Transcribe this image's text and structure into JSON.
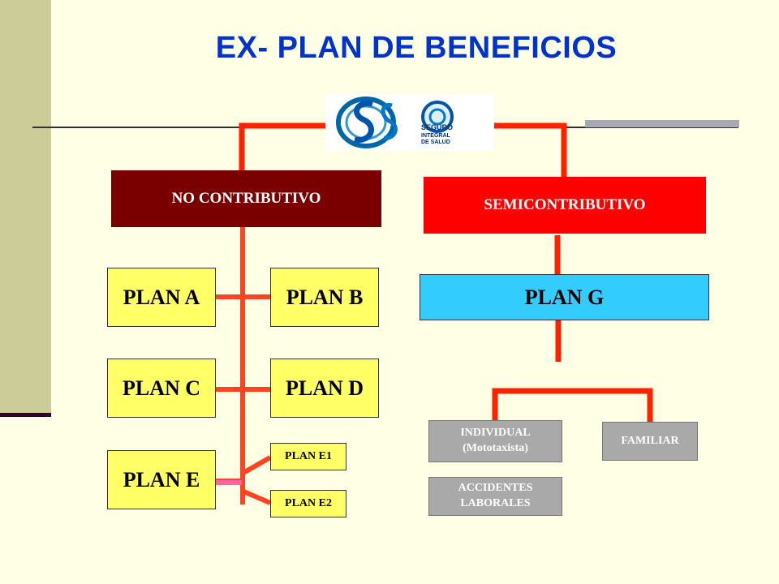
{
  "title": "EX- PLAN DE BENEFICIOS",
  "logo": {
    "text_line1": "SEGURO",
    "text_line2": "INTEGRAL",
    "text_line3": "DE SALUD"
  },
  "categories": {
    "no_contributivo": "NO CONTRIBUTIVO",
    "semicontributivo": "SEMICONTRIBUTIVO"
  },
  "plans": {
    "a": "PLAN A",
    "b": "PLAN B",
    "c": "PLAN C",
    "d": "PLAN D",
    "e": "PLAN E",
    "e1": "PLAN E1",
    "e2": "PLAN E2",
    "g": "PLAN G"
  },
  "plan_g_options": {
    "individual_line1": "INDIVIDUAL",
    "individual_line2": "(Mototaxista)",
    "familiar": "FAMILIAR",
    "accidentes_line1": "ACCIDENTES",
    "accidentes_line2": "LABORALES"
  },
  "colors": {
    "background": "#FFFFE5",
    "sidebar": "#CCCC99",
    "title": "#0033CC",
    "no_contributivo": "#7A0000",
    "semicontributivo": "#FF0000",
    "plan_g": "#33CCFF",
    "plan_yellow": "#FFFF66",
    "connector": "#FF3311",
    "connector_pink": "#FF6699",
    "gray_box": "#A9A9A9"
  }
}
